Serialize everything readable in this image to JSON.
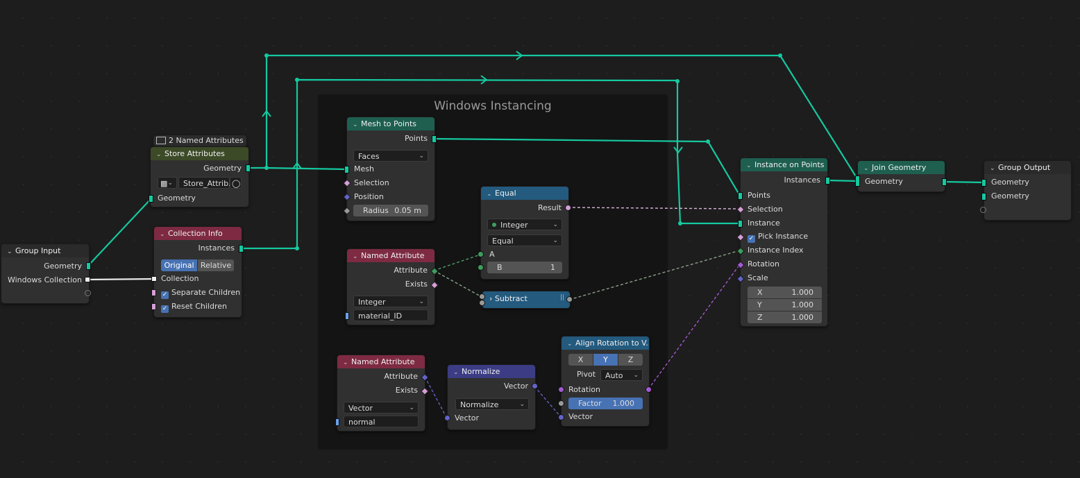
{
  "frame": {
    "label": "Windows Instancing"
  },
  "colors": {
    "geometry_wire": "#15c9a0",
    "integer_socket": "#3f9d5f",
    "vector_socket": "#6363c7",
    "rotation_socket": "#a35ad1"
  },
  "nodes": {
    "group_input": {
      "title": "Group Input",
      "out_geometry": "Geometry",
      "out_collection": "Windows Collection"
    },
    "store_attributes": {
      "badge": "2 Named Attributes",
      "title": "Store Attributes",
      "out_geometry": "Geometry",
      "datablock": "Store_Attrib...",
      "in_geometry": "Geometry"
    },
    "collection_info": {
      "title": "Collection Info",
      "out_instances": "Instances",
      "seg_original": "Original",
      "seg_relative": "Relative",
      "in_collection": "Collection",
      "separate_children": "Separate Children",
      "reset_children": "Reset Children"
    },
    "mesh_to_points": {
      "title": "Mesh to Points",
      "out_points": "Points",
      "mode": "Faces",
      "in_mesh": "Mesh",
      "in_selection": "Selection",
      "in_position": "Position",
      "radius_label": "Radius",
      "radius_value": "0.05 m"
    },
    "named_attribute_1": {
      "title": "Named Attribute",
      "out_attribute": "Attribute",
      "out_exists": "Exists",
      "type": "Integer",
      "name": "material_ID"
    },
    "equal": {
      "title": "Equal",
      "out_result": "Result",
      "type": "Integer",
      "operation": "Equal",
      "in_a": "A",
      "b_label": "B",
      "b_value": "1"
    },
    "subtract": {
      "title": "Subtract"
    },
    "named_attribute_2": {
      "title": "Named Attribute",
      "out_attribute": "Attribute",
      "out_exists": "Exists",
      "type": "Vector",
      "name": "normal"
    },
    "normalize": {
      "title": "Normalize",
      "out_vector": "Vector",
      "operation": "Normalize",
      "in_vector": "Vector"
    },
    "align_rotation": {
      "title": "Align Rotation to V...",
      "axis_x": "X",
      "axis_y": "Y",
      "axis_z": "Z",
      "pivot_label": "Pivot",
      "pivot_value": "Auto",
      "in_rotation": "Rotation",
      "factor_label": "Factor",
      "factor_value": "1.000",
      "in_vector": "Vector"
    },
    "instance_on_points": {
      "title": "Instance on Points",
      "out_instances": "Instances",
      "in_points": "Points",
      "in_selection": "Selection",
      "in_instance": "Instance",
      "pick_instance": "Pick Instance",
      "in_instance_index": "Instance Index",
      "in_rotation": "Rotation",
      "in_scale": "Scale",
      "x_label": "X",
      "x_value": "1.000",
      "y_label": "Y",
      "y_value": "1.000",
      "z_label": "Z",
      "z_value": "1.000"
    },
    "join_geometry": {
      "title": "Join Geometry",
      "in_geometry": "Geometry"
    },
    "group_output": {
      "title": "Group Output",
      "in_geometry_1": "Geometry",
      "in_geometry_2": "Geometry"
    }
  }
}
